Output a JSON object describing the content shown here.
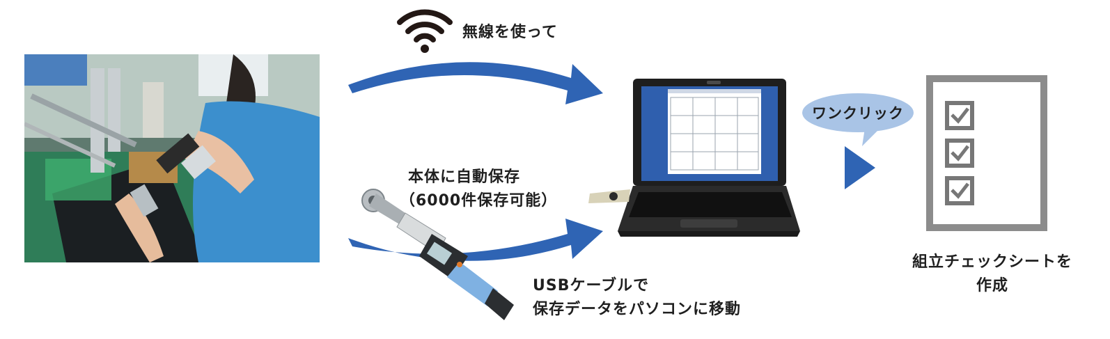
{
  "labels": {
    "wireless": "無線を使って",
    "storage_line1": "本体に自動保存",
    "storage_line2": "（6000件保存可能）",
    "usb_line1": "USBケーブルで",
    "usb_line2": "保存データをパソコンに移動",
    "one_click": "ワンクリック",
    "result_line1": "組立チェックシートを",
    "result_line2": "作成"
  },
  "colors": {
    "arrow_blue": "#2f64b4",
    "bubble_blue": "#a9c4e6",
    "text": "#1f1f1f",
    "sheet_gray": "#8c8c8c",
    "checkbox_gray": "#777777"
  },
  "icons": [
    "wifi-icon",
    "torque-wrench-icon",
    "laptop-icon",
    "checklist-icon",
    "play-triangle-icon"
  ],
  "checklist": {
    "checked_items": 3
  }
}
